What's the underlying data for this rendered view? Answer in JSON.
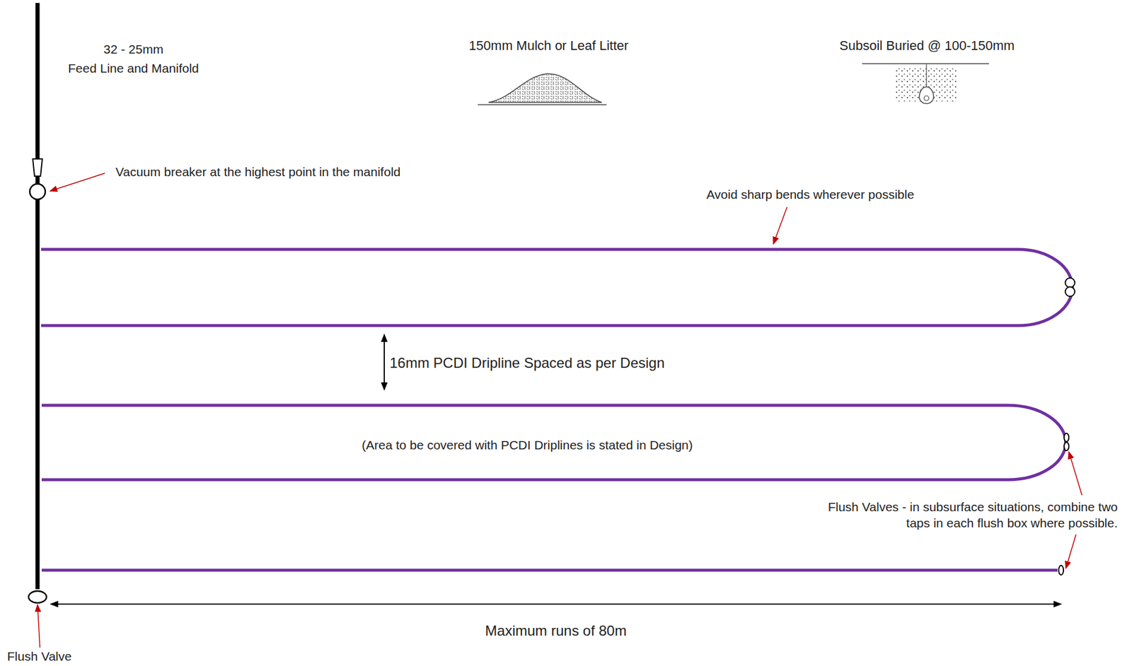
{
  "diagram": {
    "labels": [
      "32 - 25mm",
      "Feed Line and Manifold",
      "150mm Mulch or Leaf Litter",
      "Subsoil Buried @ 100-150mm",
      "Vacuum breaker at the highest point in the manifold",
      "Avoid sharp bends wherever possible",
      "16mm PCDI Dripline Spaced as per Design",
      "(Area to be covered with PCDI Driplines is stated in Design)",
      "Flush Valves - in subsurface situations, combine two taps in each flush box where possible.",
      "Maximum runs of 80m",
      "Flush Valve"
    ]
  }
}
